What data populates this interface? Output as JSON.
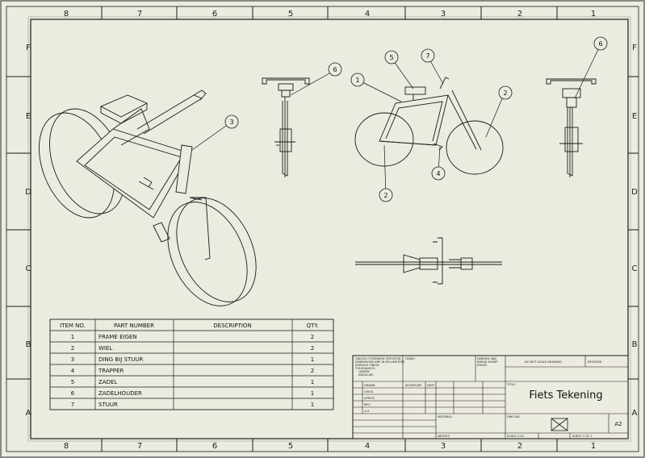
{
  "sheet": {
    "background": "#ecebe0",
    "line_color": "#1a1a1a",
    "zone_columns": [
      "8",
      "7",
      "6",
      "5",
      "4",
      "3",
      "2",
      "1"
    ],
    "zone_rows": [
      "F",
      "E",
      "D",
      "C",
      "B",
      "A"
    ]
  },
  "balloons": [
    "1",
    "2",
    "2",
    "3",
    "4",
    "5",
    "6",
    "6",
    "7"
  ],
  "bom": {
    "headers": [
      "ITEM NO.",
      "PART NUMBER",
      "DESCRIPTION",
      "QTY."
    ],
    "rows": [
      {
        "item": "1",
        "part": "FRAME EIGEN",
        "desc": "",
        "qty": "2"
      },
      {
        "item": "2",
        "part": "WIEL",
        "desc": "",
        "qty": "2"
      },
      {
        "item": "3",
        "part": "DING BIJ STUUR",
        "desc": "",
        "qty": "1"
      },
      {
        "item": "4",
        "part": "TRAPPER",
        "desc": "",
        "qty": "2"
      },
      {
        "item": "5",
        "part": "ZADEL",
        "desc": "",
        "qty": "1"
      },
      {
        "item": "6",
        "part": "ZADELHOUDER",
        "desc": "",
        "qty": "1"
      },
      {
        "item": "7",
        "part": "STUUR",
        "desc": "",
        "qty": "1"
      }
    ]
  },
  "title_block": {
    "title": "Fiets Tekening",
    "size": "A2",
    "tiny": {
      "notes": [
        "UNLESS OTHERWISE SPECIFIED:",
        "DIMENSIONS ARE IN MILLIMETERS",
        "SURFACE FINISH:",
        "TOLERANCES:",
        "LINEAR:",
        "ANGULAR:"
      ],
      "finish": "FINISH",
      "deburr": [
        "DEBURR AND",
        "BREAK SHARP",
        "EDGES"
      ],
      "do_not_scale": "DO NOT SCALE DRAWING",
      "revision": "REVISION",
      "signature": "SIGNATURE",
      "date": "DATE",
      "title_label": "TITLE:",
      "dwg_no": "DWG NO.",
      "material": "MATERIAL:",
      "weight": "WEIGHT:",
      "scale": "SCALE:1:20",
      "sheet": "SHEET 1 OF 1",
      "row_labels": [
        "DRAWN",
        "CHK'D",
        "APPV'D",
        "MFG",
        "Q.A"
      ]
    }
  }
}
